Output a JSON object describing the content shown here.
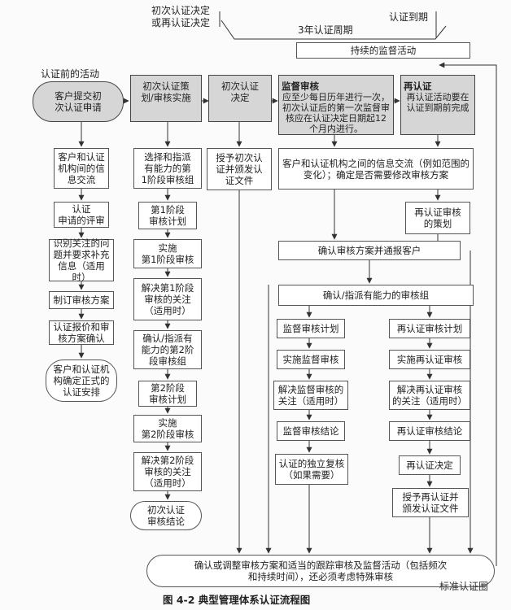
{
  "top": {
    "initial_or_recert_decision": "初次认证决定\n或再认证决定",
    "cycle": "3年认证周期",
    "expiry": "认证到期",
    "ongoing": "持续的监督活动"
  },
  "columns": {
    "pre_label": "认证前的活动",
    "pre_start": "客户提交初\n次认证申请",
    "initial_planning": "初次认证策\n划/审核实施",
    "initial_decision": "初次认证\n决定",
    "surveillance_title": "监督审核",
    "surveillance_desc": "应至少每日历年进行一次，初次认证后的第一次监督审核应在认证决定日期起12个月内进行。",
    "recert_title": "再认证",
    "recert_desc": "再认证活动要在认证到期前完成"
  },
  "pre_steps": [
    "客户和认证\n机构间的信\n息交流",
    "认证\n申请的评审",
    "识别关注的问\n题并要求补充\n信息（适用时）",
    "制订审核方案",
    "认证报价和审\n核方案确认",
    "客户和认证机\n构确定正式的\n认证安排"
  ],
  "initial_steps": [
    "选择和指派\n有能力的第\n1阶段审核组",
    "第1阶段\n审核计划",
    "实施\n第1阶段审核",
    "解决第1阶段\n审核的关注\n（适用时）",
    "确认/指派有\n能力的第2阶\n段审核组",
    "第2阶段\n审核计划",
    "实施\n第2阶段审核",
    "解决第2阶段\n审核的关注\n（适用时）",
    "初次认证\n审核结论"
  ],
  "grant_initial": "授予初次认\n证并颁发认\n证文件",
  "info_exchange": "客户和认证机构之间的信息交流（例如范围的变化）；确定是否需要修改审核方案",
  "recert_planning": "再认证审核\n的策划",
  "confirm_program": "确认审核方案并通报客户",
  "confirm_team": "确认/指派有能力的审核组",
  "surveillance_steps": [
    "监督审核计划",
    "实施监督审核",
    "解决监督审核的\n关注（适用时）",
    "监督审核结论",
    "认证的独立复核\n（如果需要）"
  ],
  "recert_steps": [
    "再认证审核计划",
    "实施再认证审核",
    "解决再认证审核\n的关注（适用时）",
    "再认证审核结论",
    "再认证决定",
    "授予再认证并\n颁发认证文件"
  ],
  "bottom": "确认或调整审核方案和适当的跟踪审核及监督活动（包括频次\n和持续时间），还必须考虑特殊审核",
  "caption": "图 4-2    典型管理体系认证流程图",
  "watermark": "标准认证圈"
}
